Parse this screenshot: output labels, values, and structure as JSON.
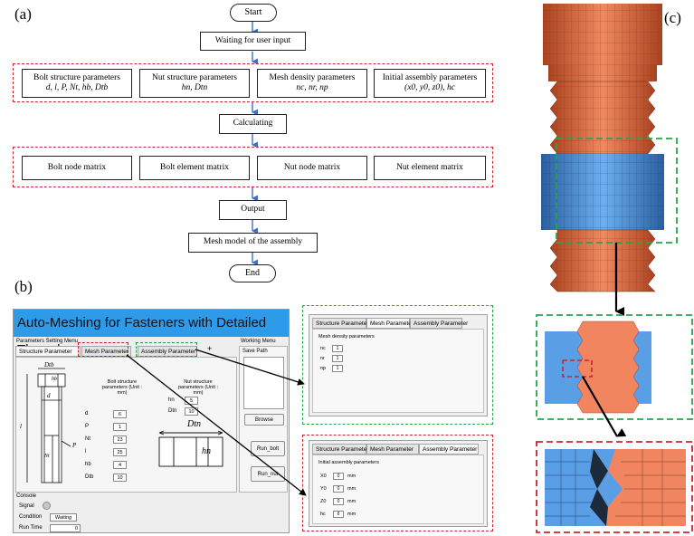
{
  "labels": {
    "a": "(a)",
    "b": "(b)",
    "c": "(c)"
  },
  "flow": {
    "start": "Start",
    "wait": "Waiting for user input",
    "params": [
      {
        "title": "Bolt structure parameters",
        "sub": "d, l, P, Nt, hb, Dtb"
      },
      {
        "title": "Nut structure parameters",
        "sub": "hn, Dtn"
      },
      {
        "title": "Mesh density parameters",
        "sub": "nc, nr, np"
      },
      {
        "title": "Initial assembly parameters",
        "sub": "(x0, y0, z0), hc"
      }
    ],
    "calc": "Calculating",
    "outputs": [
      "Bolt node matrix",
      "Bolt element matrix",
      "Nut node matrix",
      "Nut element matrix"
    ],
    "output": "Output",
    "mesh": "Mesh model of the assembly",
    "end": "End"
  },
  "app": {
    "title": "Auto-Meshing for Fasteners with Detailed Thread",
    "menu_label": "Parameters Setting Menu",
    "tabs": [
      "Structure Parameter",
      "Mesh Parameter",
      "Assembly Parameter"
    ],
    "working_menu": "Working Menu",
    "save_path": "Save Path",
    "browse": "Browse",
    "run_bolt": "Run_bolt",
    "run_nut": "Run_nut",
    "bolt_header": "Bolt structure parameters (Unit : mm)",
    "nut_header": "Nut structure parameters (Unit : mm)",
    "bolt_fields": [
      {
        "label": "d",
        "value": "6"
      },
      {
        "label": "P",
        "value": "1"
      },
      {
        "label": "Nt",
        "value": "23"
      },
      {
        "label": "l",
        "value": "25"
      },
      {
        "label": "hb",
        "value": "4"
      },
      {
        "label": "Dtb",
        "value": "10"
      }
    ],
    "nut_fields": [
      {
        "label": "hn",
        "value": "5"
      },
      {
        "label": "Dtn",
        "value": "10"
      }
    ],
    "bolt_drawing": {
      "Dtb": "Dtb",
      "hb": "hb",
      "d": "d",
      "l": "l",
      "Nt": "Nt",
      "P": "P"
    },
    "nut_drawing": {
      "Dtn": "Dtn",
      "hn": "hn"
    },
    "console": "Console",
    "signal": "Signal",
    "condition": "Condition",
    "condition_value": "Waiting",
    "run_time": "Run Time",
    "run_time_value": "0"
  },
  "mesh_window": {
    "tabs": [
      "Structure Parameter",
      "Mesh Parameter",
      "Assembly Parameter"
    ],
    "heading": "Mesh density parameters",
    "fields": [
      {
        "label": "nc",
        "value": "1"
      },
      {
        "label": "nr",
        "value": "1"
      },
      {
        "label": "np",
        "value": "1"
      }
    ]
  },
  "assembly_window": {
    "tabs": [
      "Structure Parameter",
      "Mesh Parameter",
      "Assembly Parameter"
    ],
    "heading": "Initial assembly parameters",
    "fields": [
      {
        "label": "X0",
        "value": "0",
        "unit": "mm"
      },
      {
        "label": "Y0",
        "value": "0",
        "unit": "mm"
      },
      {
        "label": "Z0",
        "value": "0",
        "unit": "mm"
      },
      {
        "label": "hc",
        "value": "6",
        "unit": "mm"
      }
    ]
  },
  "colors": {
    "bolt": "#e8744a",
    "nut": "#4a90e0",
    "accent": "#2e9bea",
    "red": "#c9252c",
    "green": "#26a548",
    "arrow": "#3f6ec5"
  }
}
